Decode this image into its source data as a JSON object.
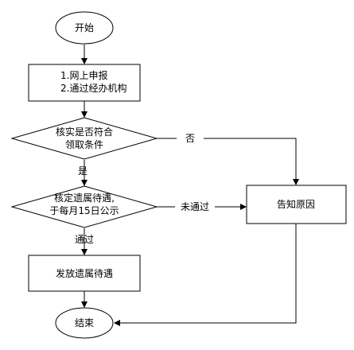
{
  "flowchart": {
    "start": "开始",
    "apply": [
      "1.网上申报",
      "2.通过经办机构"
    ],
    "check": [
      "核实是否符合",
      "领取条件"
    ],
    "approve": [
      "核定遗属待遇,",
      "于每月15日公示"
    ],
    "issue": "发放遗属待遇",
    "notify": "告知原因",
    "end": "结束",
    "label_no": "否",
    "label_yes": "是",
    "label_failed": "未通过",
    "label_passed": "通过"
  }
}
